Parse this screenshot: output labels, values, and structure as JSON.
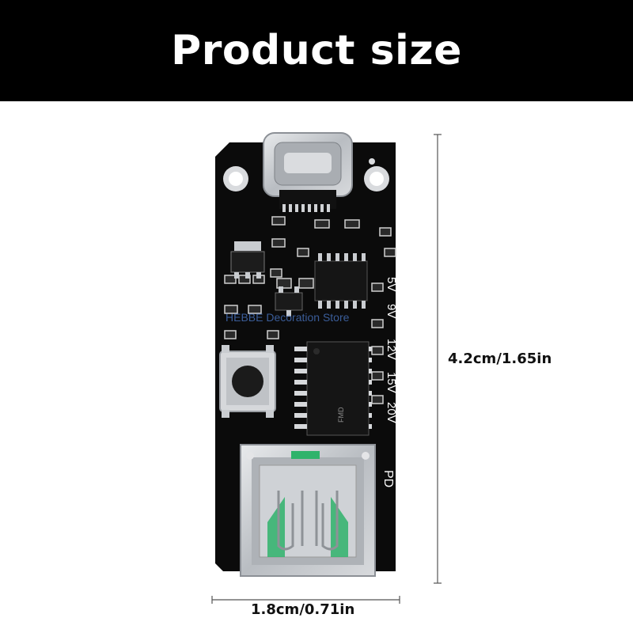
{
  "header": {
    "title": "Product size"
  },
  "dimensions": {
    "height_label": "4.2cm/1.65in",
    "width_label": "1.8cm/0.71in"
  },
  "board": {
    "voltage_labels": [
      "5V",
      "9V",
      "12V",
      "15V",
      "20V"
    ],
    "mode_label": "PD",
    "chip_marking": "FMD",
    "colors": {
      "pcb": "#0b0b0b",
      "metal": "#c9ccd0",
      "insulator": "#2fb36b",
      "silk": "#ffffff"
    }
  },
  "watermark": {
    "text": "HEBBE Decoration Store"
  }
}
